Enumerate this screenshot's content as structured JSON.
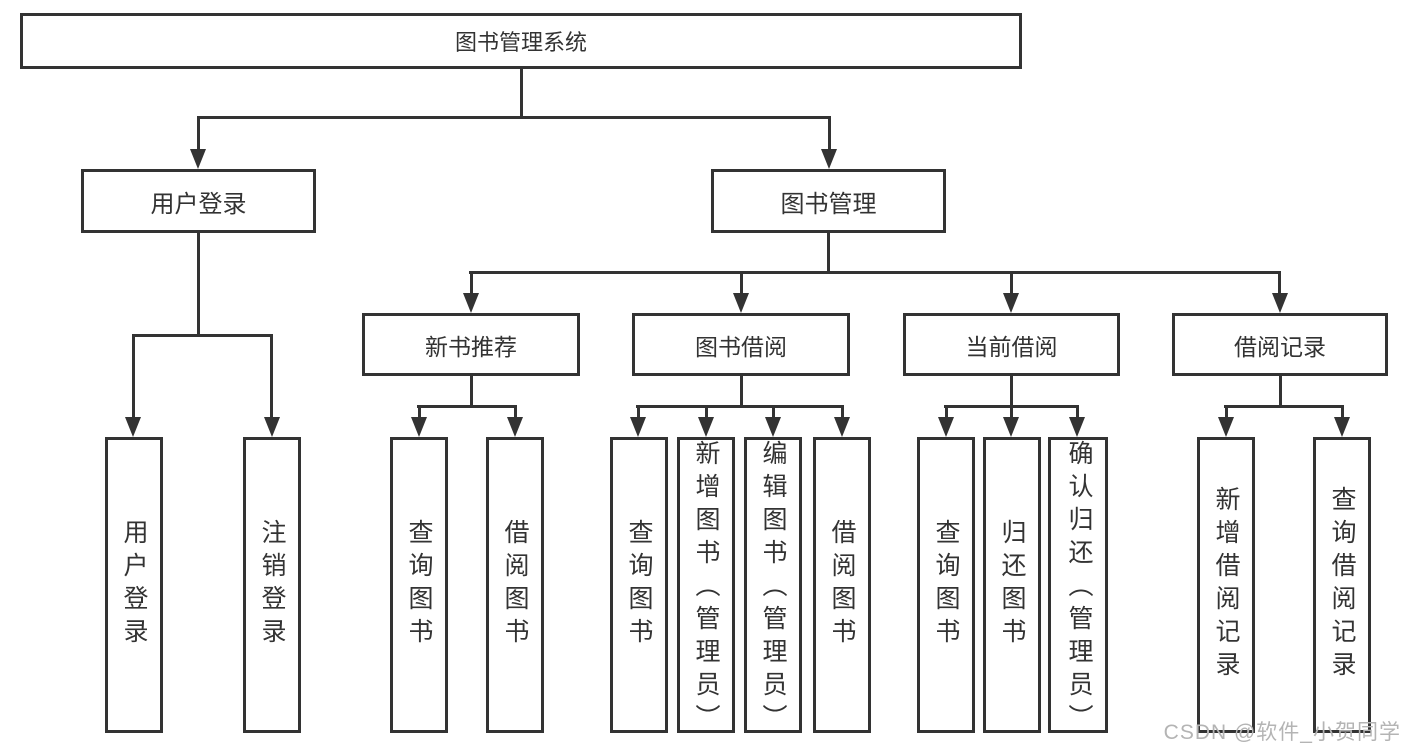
{
  "diagram": {
    "root": {
      "label": "图书管理系统"
    },
    "user_login": {
      "label": "用户登录",
      "children": [
        {
          "label": "用户登录"
        },
        {
          "label": "注销登录"
        }
      ]
    },
    "book_management": {
      "label": "图书管理",
      "children": [
        {
          "label": "新书推荐",
          "children": [
            {
              "label": "查询图书"
            },
            {
              "label": "借阅图书"
            }
          ]
        },
        {
          "label": "图书借阅",
          "children": [
            {
              "label": "查询图书"
            },
            {
              "label": "新增图书（管理员）"
            },
            {
              "label": "编辑图书（管理员）"
            },
            {
              "label": "借阅图书"
            }
          ]
        },
        {
          "label": "当前借阅",
          "children": [
            {
              "label": "查询图书"
            },
            {
              "label": "归还图书"
            },
            {
              "label": "确认归还（管理员）"
            }
          ]
        },
        {
          "label": "借阅记录",
          "children": [
            {
              "label": "新增借阅记录"
            },
            {
              "label": "查询借阅记录"
            }
          ]
        }
      ]
    },
    "watermark": "CSDN @软件_小贺同学",
    "colors": {
      "line": "#333333",
      "text": "#333333",
      "watermark": "#b4b4b4",
      "background": "#ffffff"
    }
  }
}
